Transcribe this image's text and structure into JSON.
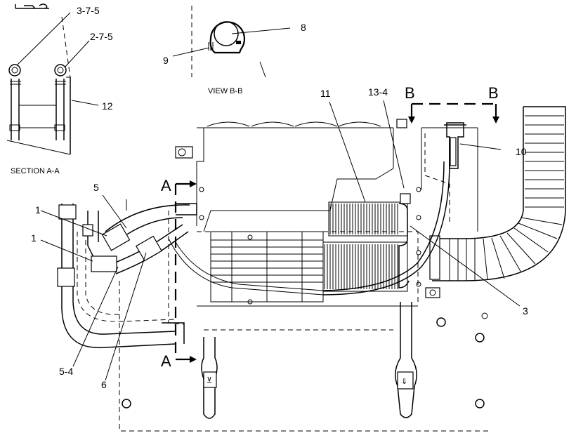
{
  "callouts": {
    "c_3_7_5": "3-7-5",
    "c_2_7_5": "2-7-5",
    "c_12": "12",
    "c_8": "8",
    "c_9": "9",
    "c_11": "11",
    "c_13_4": "13-4",
    "c_10": "10",
    "c_5": "5",
    "c_1_top": "1",
    "c_1_bot": "1",
    "c_5_4": "5-4",
    "c_6": "6",
    "c_3": "3"
  },
  "views": {
    "section_label": "SECTION A-A",
    "view_label": "VIEW B-B",
    "a_top": "A",
    "a_bottom": "A",
    "b_left": "B",
    "b_right": "B"
  }
}
